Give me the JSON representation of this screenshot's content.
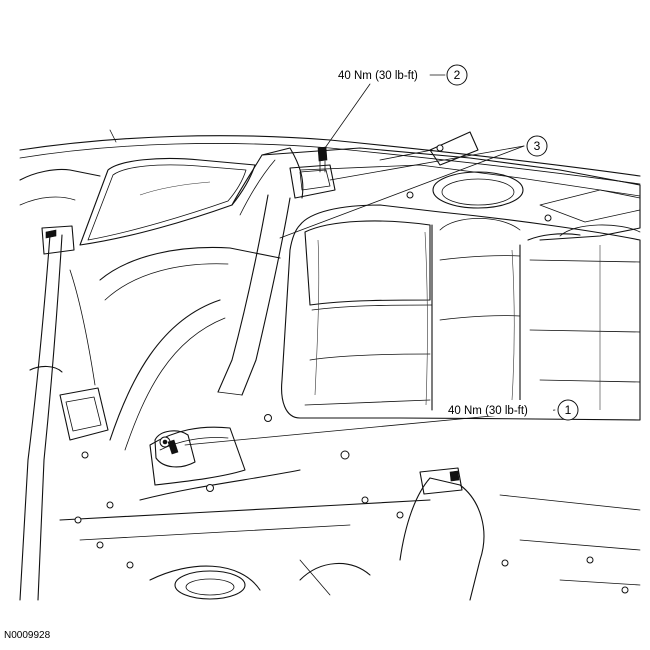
{
  "callouts": [
    {
      "number": "1",
      "torque": "40 Nm (30 lb-ft)"
    },
    {
      "number": "2",
      "torque": "40 Nm (30 lb-ft)"
    },
    {
      "number": "3",
      "torque": ""
    }
  ],
  "reference_id": "N0009928"
}
